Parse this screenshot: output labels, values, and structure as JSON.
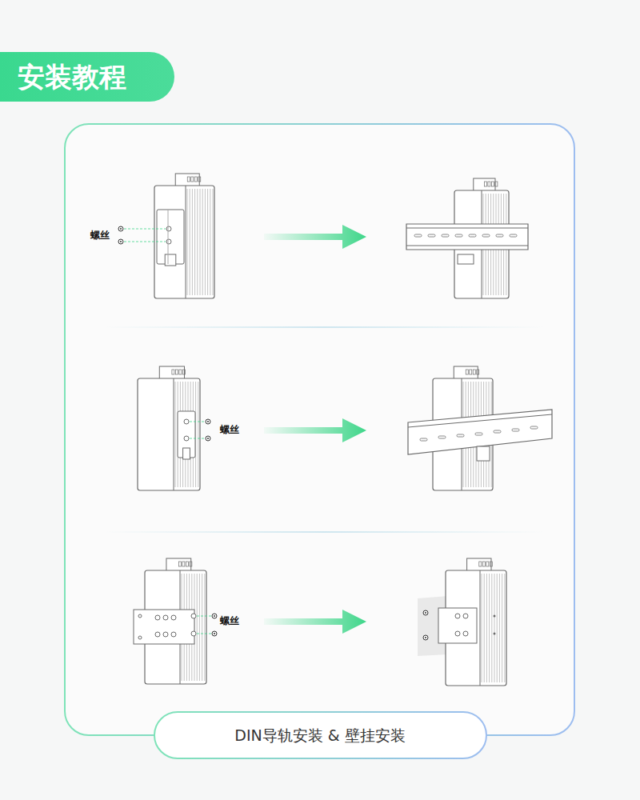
{
  "diagram": {
    "title": "安装教程",
    "caption": "DIN导轨安装 & 壁挂安装",
    "labels": [
      "螺丝",
      "螺丝",
      "螺丝"
    ]
  }
}
